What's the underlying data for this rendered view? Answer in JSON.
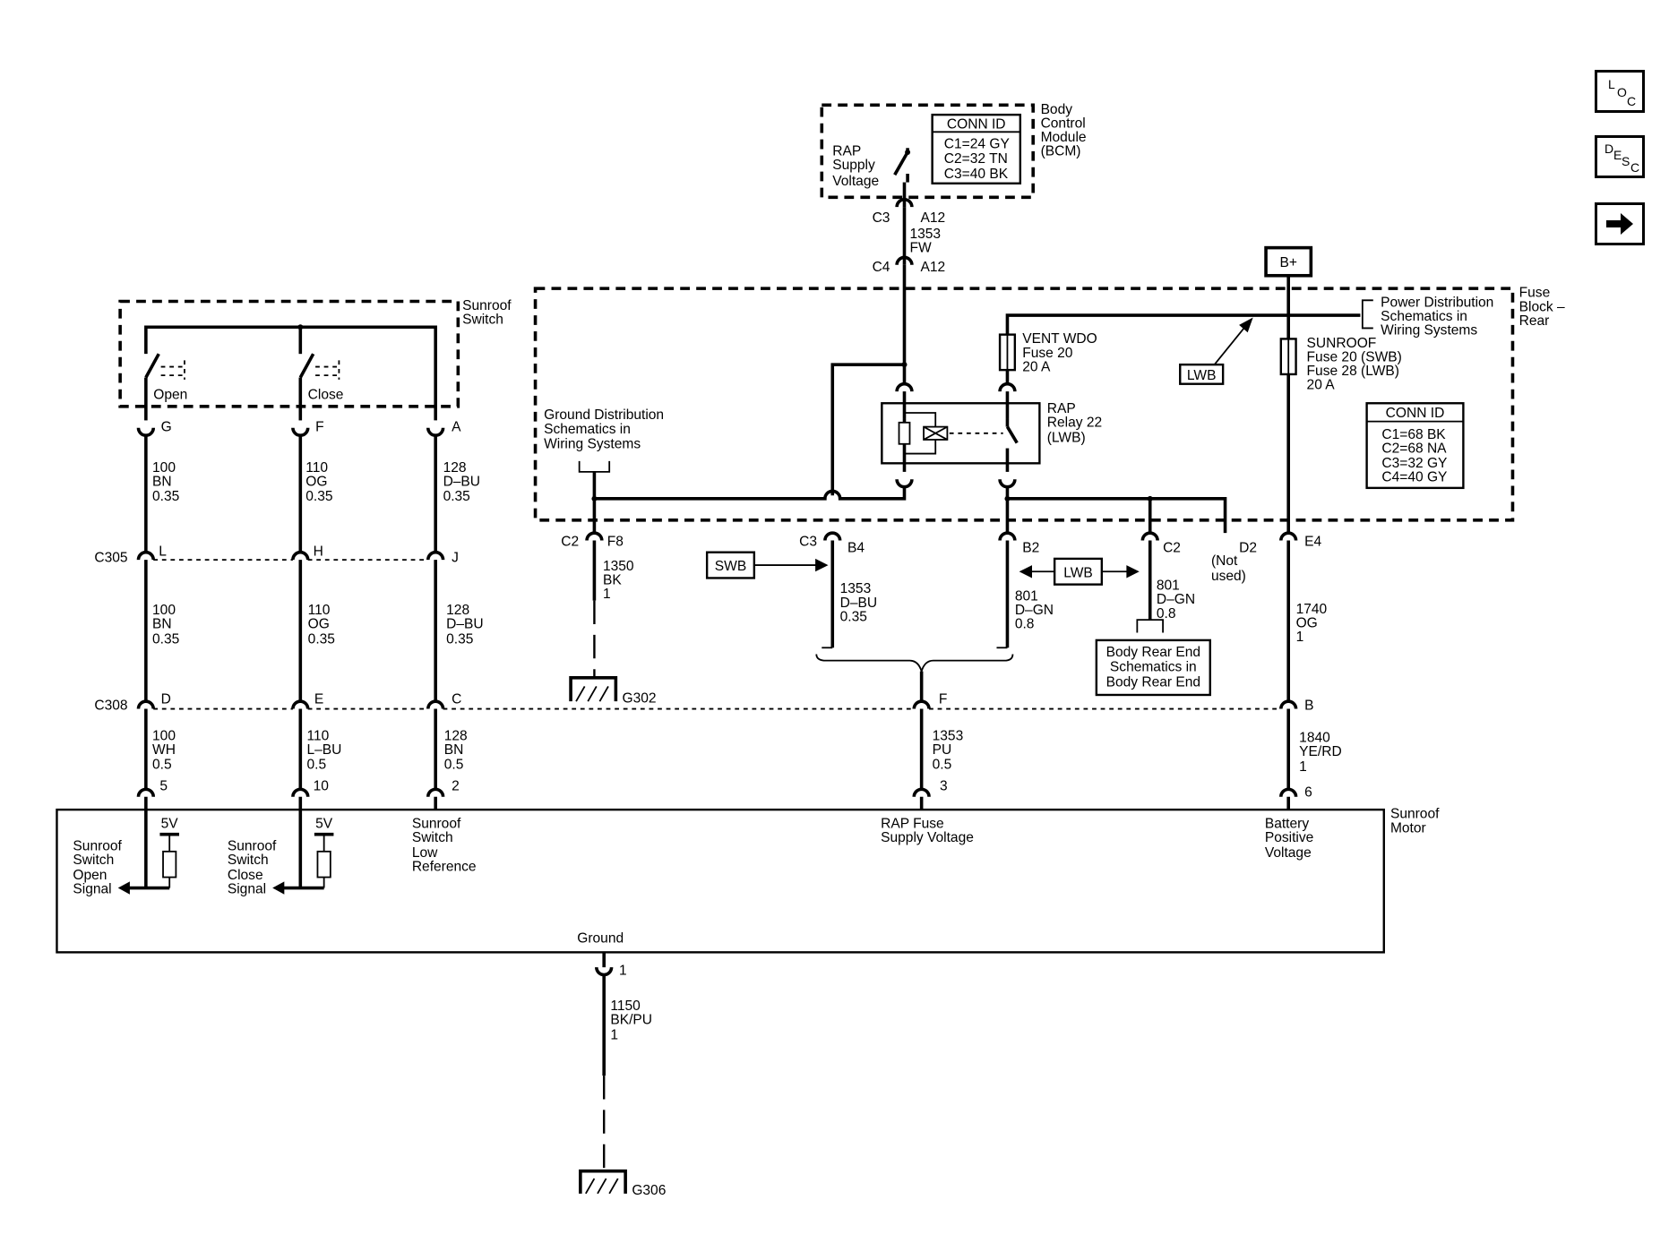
{
  "nav": {
    "loc": [
      "L",
      "O",
      "C"
    ],
    "desc": [
      "D",
      "E",
      "S",
      "C"
    ]
  },
  "bcm": {
    "name": [
      "Body",
      "Control",
      "Module",
      "(BCM)"
    ],
    "conn_id_title": "CONN ID",
    "conn_ids": [
      "C1=24 GY",
      "C2=32 TN",
      "C3=40 BK"
    ],
    "rap_supply": [
      "RAP",
      "Supply",
      "Voltage"
    ],
    "c3": "C3",
    "a12_top": "A12",
    "wire": [
      "1353",
      "FW"
    ],
    "c4": "C4",
    "a12_bottom": "A12"
  },
  "bplus": "B+",
  "fuse_block": {
    "name": [
      "Fuse",
      "Block –",
      "Rear"
    ],
    "power_dist": [
      "Power Distribution",
      "Schematics in",
      "Wiring Systems"
    ],
    "lwb_tag": "LWB",
    "vent_fuse": [
      "VENT WDO",
      "Fuse 20",
      "20 A"
    ],
    "sunroof_fuse": [
      "SUNROOF",
      "Fuse 20 (SWB)",
      "Fuse 28 (LWB)",
      "20 A"
    ],
    "relay": [
      "RAP",
      "Relay 22",
      "(LWB)"
    ],
    "conn_id_title": "CONN ID",
    "conn_ids": [
      "C1=68 BK",
      "C2=68 NA",
      "C3=32 GY",
      "C4=40 GY"
    ],
    "ground_dist": [
      "Ground Distribution",
      "Schematics in",
      "Wiring Systems"
    ]
  },
  "fb_pins": {
    "c2_left": "C2",
    "f8": "F8",
    "c3": "C3",
    "b4": "B4",
    "b2": "B2",
    "c2_right": "C2",
    "d2": "D2",
    "not_used": [
      "(Not",
      "used)"
    ],
    "e4": "E4"
  },
  "wires_mid": {
    "w1350": [
      "1350",
      "BK",
      "1"
    ],
    "w1353": [
      "1353",
      "D–BU",
      "0.35"
    ],
    "w801a": [
      "801",
      "D–GN",
      "0.8"
    ],
    "w801b": [
      "801",
      "D–GN",
      "0.8"
    ],
    "w1740": [
      "1740",
      "OG",
      "1"
    ]
  },
  "swb_tag": "SWB",
  "lwb_tag2": "LWB",
  "body_rear": [
    "Body Rear End",
    "Schematics in",
    "Body Rear End"
  ],
  "g302": "G302",
  "sunroof_switch": {
    "name": [
      "Sunroof",
      "Switch"
    ],
    "open": "Open",
    "close": "Close",
    "pins": [
      "G",
      "F",
      "A"
    ]
  },
  "wires_top": [
    [
      "100",
      "BN",
      "0.35"
    ],
    [
      "110",
      "OG",
      "0.35"
    ],
    [
      "128",
      "D–BU",
      "0.35"
    ]
  ],
  "c305": {
    "name": "C305",
    "pins": [
      "L",
      "H",
      "J"
    ]
  },
  "wires_c305": [
    [
      "100",
      "BN",
      "0.35"
    ],
    [
      "110",
      "OG",
      "0.35"
    ],
    [
      "128",
      "D–BU",
      "0.35"
    ]
  ],
  "c308": {
    "name": "C308",
    "pins": [
      "D",
      "E",
      "C",
      "F",
      "B"
    ]
  },
  "wires_bottom": [
    [
      "100",
      "WH",
      "0.5"
    ],
    [
      "110",
      "L–BU",
      "0.5"
    ],
    [
      "128",
      "BN",
      "0.5"
    ],
    [
      "1353",
      "PU",
      "0.5"
    ],
    [
      "1840",
      "YE/RD",
      "1"
    ]
  ],
  "motor_pins": [
    "5",
    "10",
    "2",
    "3",
    "6"
  ],
  "motor": {
    "name": [
      "Sunroof",
      "Motor"
    ],
    "open_signal": [
      "Sunroof",
      "Switch",
      "Open",
      "Signal"
    ],
    "close_signal": [
      "Sunroof",
      "Switch",
      "Close",
      "Signal"
    ],
    "v5": "5V",
    "low_ref": [
      "Sunroof",
      "Switch",
      "Low",
      "Reference"
    ],
    "rap_fuse": [
      "RAP Fuse",
      "Supply Voltage"
    ],
    "battery": [
      "Battery",
      "Positive",
      "Voltage"
    ],
    "ground": "Ground"
  },
  "ground_pin": "1",
  "wire_ground": [
    "1150",
    "BK/PU",
    "1"
  ],
  "g306": "G306"
}
